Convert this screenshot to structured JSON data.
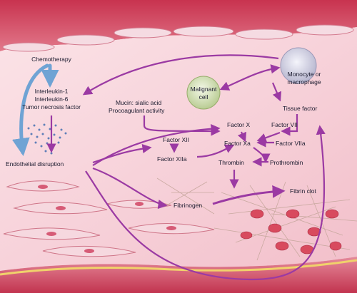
{
  "labels": {
    "chemotherapy": "Chemotherapy",
    "interleukin1": "Interleukin-1",
    "interleukin6": "Interleukin-6",
    "tnf": "Tumor necrosis factor",
    "endothelial_disruption": "Endothelial disruption",
    "malignant_cell_line1": "Malignant",
    "malignant_cell_line2": "cell",
    "monocyte_line1": "Monocyte or",
    "monocyte_line2": "macrophage",
    "mucin_line1": "Mucin: sialic acid",
    "mucin_line2": "Procoagulant activity",
    "tissue_factor": "Tissue factor",
    "factor_x": "Factor X",
    "factor_vii": "Factor VII",
    "factor_xa": "Factor Xa",
    "factor_viia": "Factor VIIa",
    "factor_xii": "Factor XII",
    "factor_xiia": "Factor XIIa",
    "thrombin": "Thrombin",
    "prothrombin": "Prothrombin",
    "fibrinogen": "Fibrinogen",
    "fibrin_clot": "Fibrin clot"
  },
  "colors": {
    "arrow": "#9b3aa3",
    "chemo_arrow": "#6fa3d4",
    "vessel_wall": "#d9536d",
    "lumen": "#f6cfd6",
    "endothelium": "#f5dbe2"
  }
}
